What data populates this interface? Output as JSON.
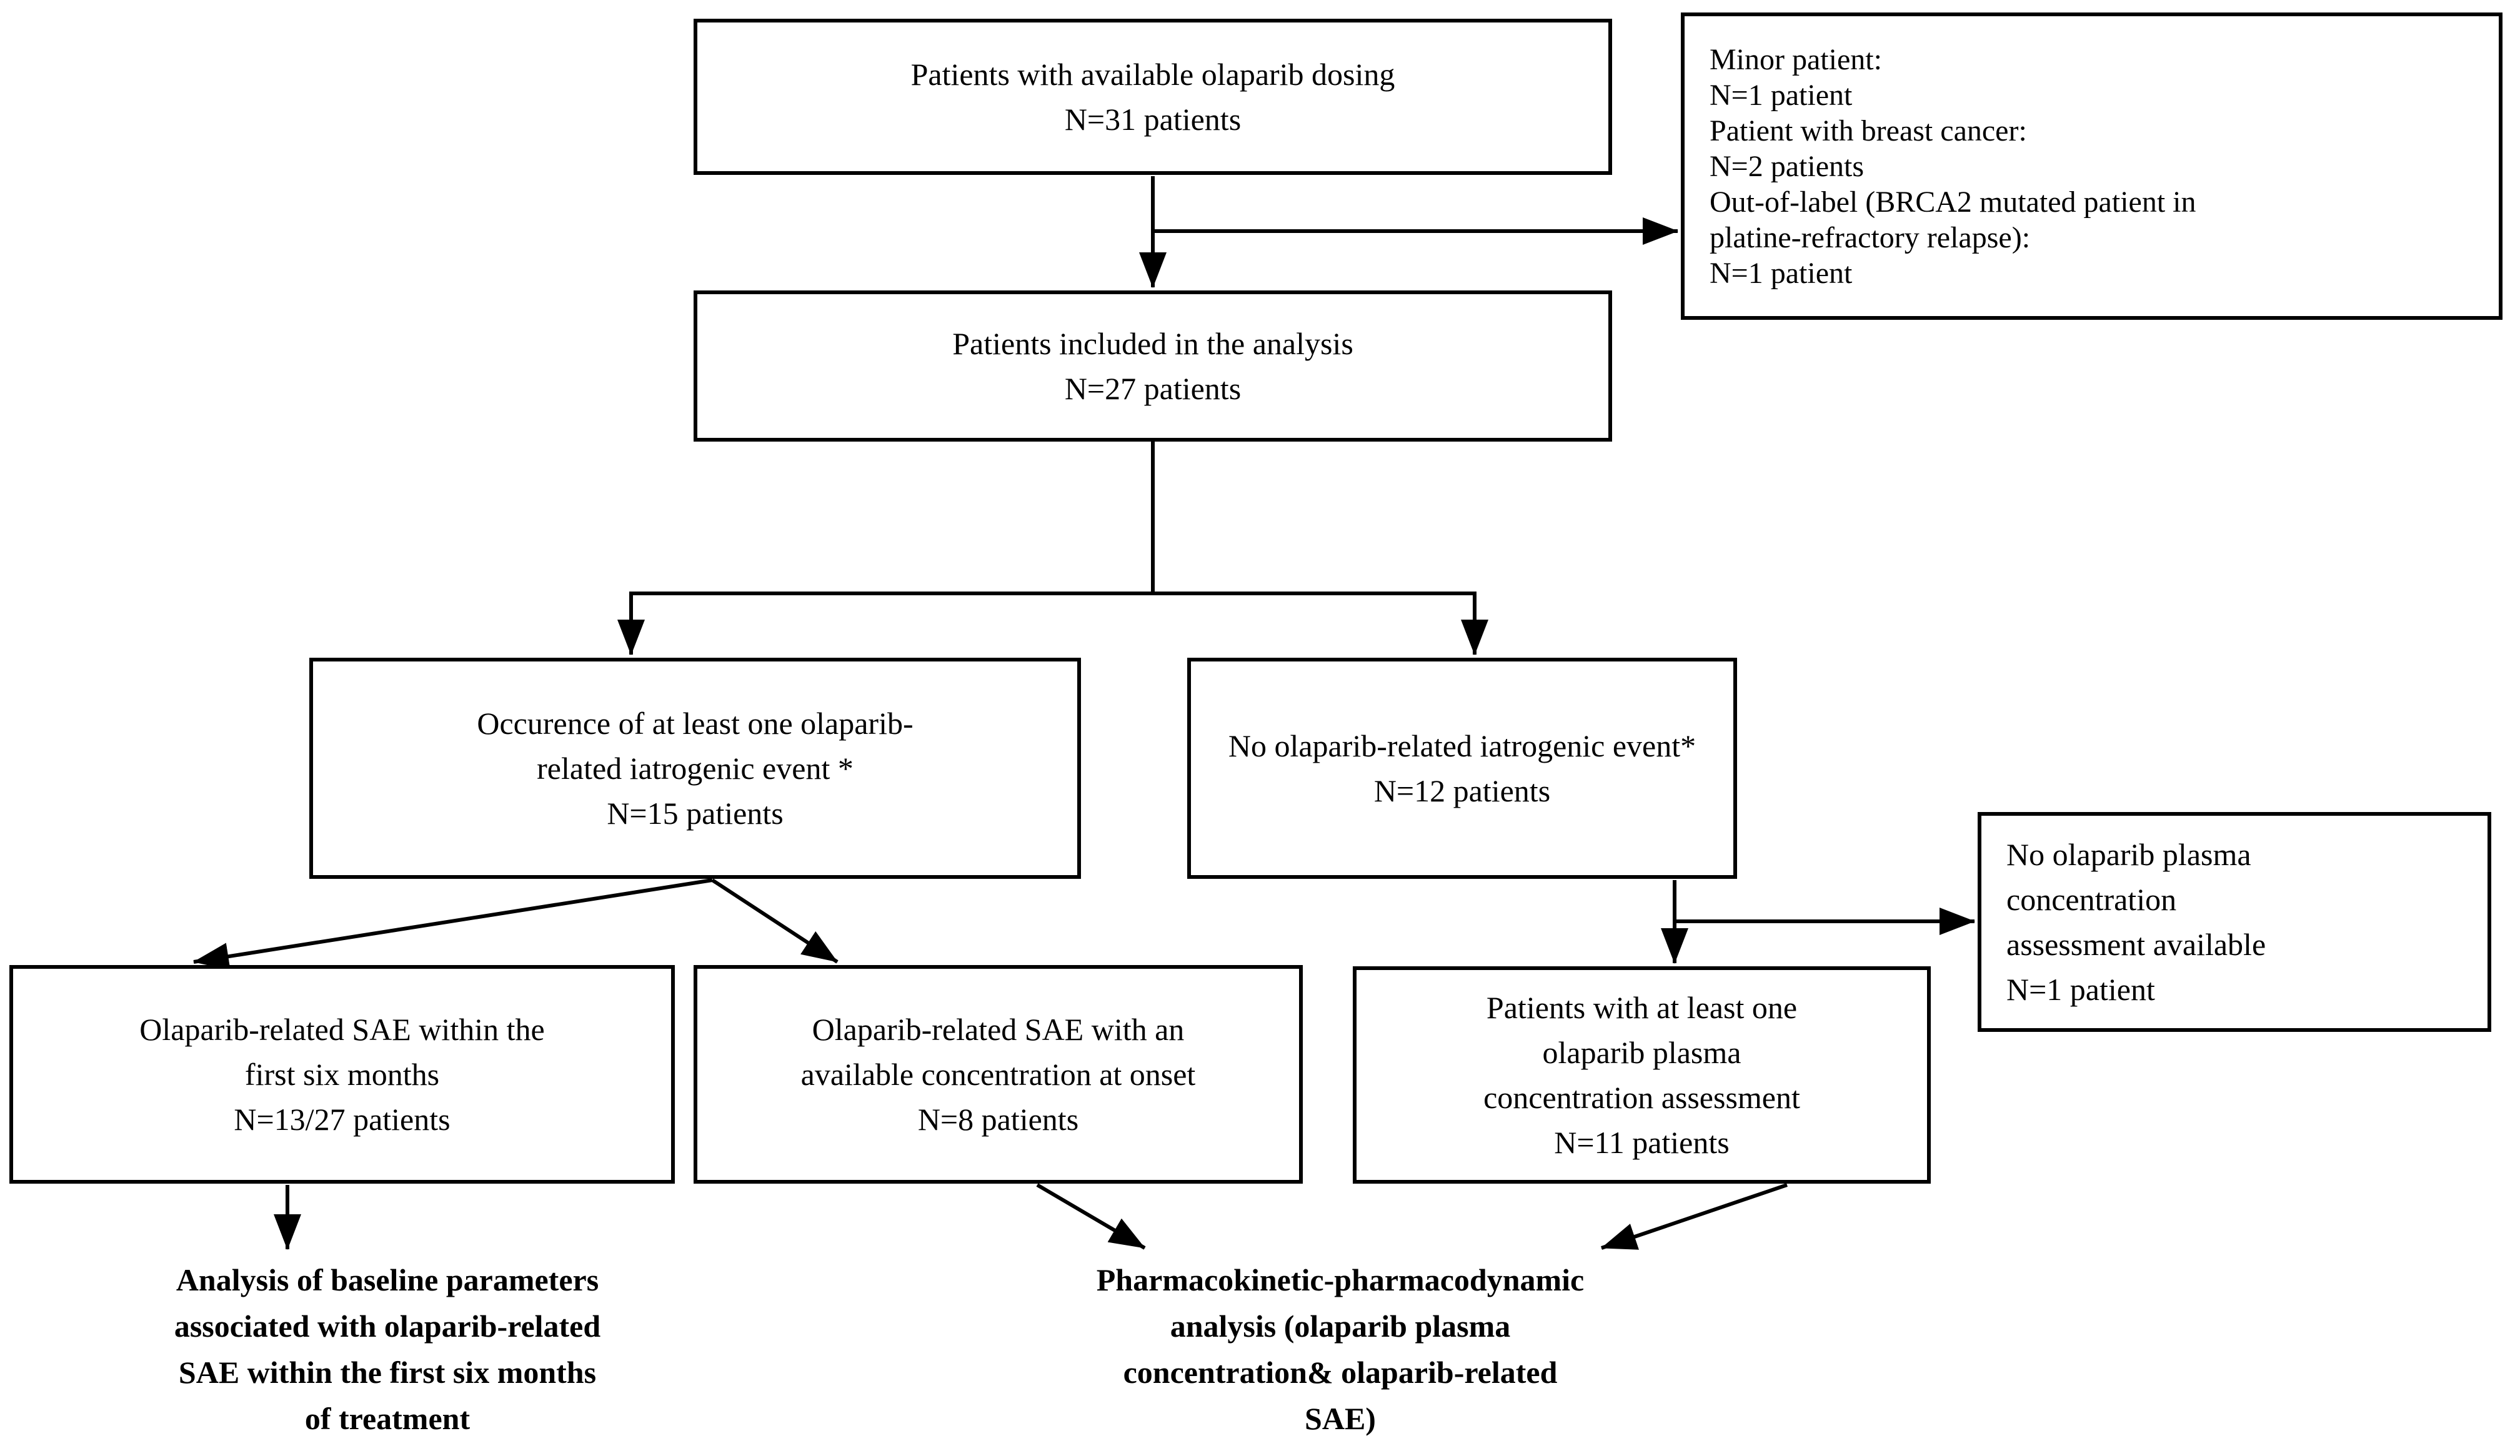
{
  "figure": {
    "boxes": {
      "available_dosing": "Patients with available olaparib dosing\nN=31 patients",
      "excluded": "Minor patient:\nN=1 patient\nPatient with breast cancer:\nN=2 patients\nOut-of-label (BRCA2 mutated patient in\nplatine-refractory relapse):\nN=1 patient",
      "included": "Patients included in the analysis\nN=27 patients",
      "iatrogenic_event": "Occurence of at least one olaparib-\nrelated iatrogenic event *\nN=15 patients",
      "no_iatrogenic_event": "No olaparib-related iatrogenic event*\nN=12 patients",
      "no_plasma_assessment": "No olaparib plasma\nconcentration\nassessment available\nN=1 patient",
      "sae_six_months": "Olaparib-related SAE within the\nfirst six months\nN=13/27 patients",
      "sae_concentration": "Olaparib-related SAE with an\navailable concentration at onset\nN=8 patients",
      "plasma_assessment": "Patients with at least one\nolaparib plasma\nconcentration assessment\nN=11 patients"
    },
    "outcomes": {
      "baseline_analysis": "Analysis of baseline parameters\nassociated with olaparib-related\nSAE within the first six months\nof treatment",
      "pk_pd_analysis": "Pharmacokinetic-pharmacodynamic\nanalysis (olaparib plasma\nconcentration& olaparib-related\nSAE)"
    },
    "colors": {
      "line": "#000000",
      "text": "#000000",
      "background": "#ffffff"
    }
  }
}
